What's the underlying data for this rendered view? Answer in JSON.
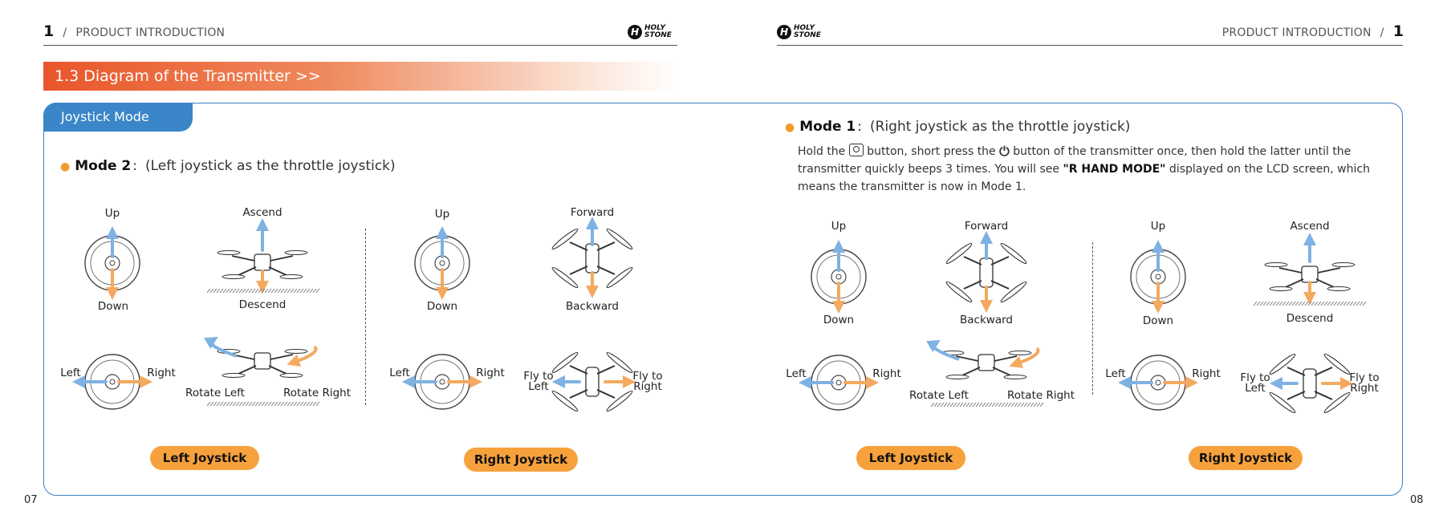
{
  "header_left": {
    "number": "1",
    "sep": "/",
    "title": "PRODUCT INTRODUCTION"
  },
  "header_right": {
    "number": "1",
    "sep": "/",
    "title": "PRODUCT INTRODUCTION"
  },
  "logo": {
    "mark": "H",
    "line1": "HOLY",
    "line2": "STONE"
  },
  "section": {
    "title": "1.3   Diagram of the Transmitter  >>"
  },
  "tab": {
    "label": "Joystick Mode"
  },
  "mode2": {
    "name": "Mode 2",
    "sep": ":",
    "desc": "(Left joystick as the throttle joystick)"
  },
  "mode1": {
    "name": "Mode 1",
    "sep": ":",
    "desc": "(Right joystick as the throttle joystick)",
    "text_a": "Hold the ",
    "text_b": " button, short press the ",
    "text_c": " button of the transmitter once, then hold the latter until the transmitter quickly beeps 3 times. You will see ",
    "highlight": "\"R HAND MODE\"",
    "text_d": " displayed on the LCD screen, which means the transmitter is now in Mode 1."
  },
  "icons": {
    "camera": "camera-icon",
    "power": "power-icon",
    "power_glyph": "⏻"
  },
  "labels": {
    "up": "Up",
    "down": "Down",
    "left": "Left",
    "right": "Right",
    "ascend": "Ascend",
    "descend": "Descend",
    "forward": "Forward",
    "backward": "Backward",
    "rotate_left": "Rotate Left",
    "rotate_right": "Rotate Right",
    "fly_to_left": "Fly to Left",
    "fly_to_right": "Fly to Right"
  },
  "buttons": {
    "left_joystick": "Left Joystick",
    "right_joystick": "Right Joystick"
  },
  "page_numbers": {
    "left": "07",
    "right": "08"
  },
  "colors": {
    "accent_orange": "#e8562a",
    "frame_blue": "#3a7fc1",
    "pill_orange": "#f7a13c",
    "arrow_blue": "#7fb1e3",
    "arrow_orange": "#f4a960"
  }
}
